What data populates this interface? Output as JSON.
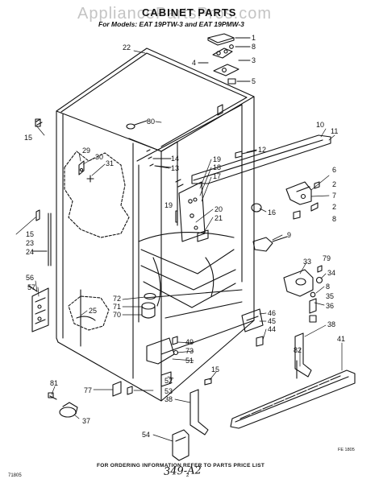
{
  "watermark": "AppliancePartsPros.com",
  "title": "CABINET PARTS",
  "subtitle": "For Models: EAT 19PTW-3 and EAT 19PMW-3",
  "footer": "FOR ORDERING INFORMATION REFER TO PARTS PRICE LIST",
  "doc_id": "71805",
  "page_number": "2",
  "handwritten_note": "349-A2",
  "ref_code": "FE 1805",
  "callouts": [
    {
      "id": "c1",
      "label": "1"
    },
    {
      "id": "c2",
      "label": "8"
    },
    {
      "id": "c3",
      "label": "3"
    },
    {
      "id": "c4",
      "label": "4"
    },
    {
      "id": "c5",
      "label": "5"
    },
    {
      "id": "c6",
      "label": "22"
    },
    {
      "id": "c7",
      "label": "80"
    },
    {
      "id": "c8",
      "label": "15"
    },
    {
      "id": "c9",
      "label": "10"
    },
    {
      "id": "c10",
      "label": "11"
    },
    {
      "id": "c11",
      "label": "12"
    },
    {
      "id": "c12",
      "label": "14"
    },
    {
      "id": "c13",
      "label": "13"
    },
    {
      "id": "c14",
      "label": "29"
    },
    {
      "id": "c15",
      "label": "30"
    },
    {
      "id": "c16",
      "label": "31"
    },
    {
      "id": "c17",
      "label": "19"
    },
    {
      "id": "c18",
      "label": "18"
    },
    {
      "id": "c19",
      "label": "17"
    },
    {
      "id": "c20",
      "label": "6"
    },
    {
      "id": "c21",
      "label": "2"
    },
    {
      "id": "c22",
      "label": "7"
    },
    {
      "id": "c23",
      "label": "2"
    },
    {
      "id": "c24",
      "label": "8"
    },
    {
      "id": "c25",
      "label": "16"
    },
    {
      "id": "c26",
      "label": "19"
    },
    {
      "id": "c27",
      "label": "20"
    },
    {
      "id": "c28",
      "label": "21"
    },
    {
      "id": "c29",
      "label": "15"
    },
    {
      "id": "c30",
      "label": "23"
    },
    {
      "id": "c31",
      "label": "24"
    },
    {
      "id": "c32",
      "label": "9"
    },
    {
      "id": "c33",
      "label": "33"
    },
    {
      "id": "c34",
      "label": "79"
    },
    {
      "id": "c35",
      "label": "34"
    },
    {
      "id": "c36",
      "label": "56"
    },
    {
      "id": "c37",
      "label": "57"
    },
    {
      "id": "c38",
      "label": "8"
    },
    {
      "id": "c39",
      "label": "35"
    },
    {
      "id": "c40",
      "label": "36"
    },
    {
      "id": "c41",
      "label": "72"
    },
    {
      "id": "c42",
      "label": "71"
    },
    {
      "id": "c43",
      "label": "70"
    },
    {
      "id": "c44",
      "label": "25"
    },
    {
      "id": "c45",
      "label": "46"
    },
    {
      "id": "c46",
      "label": "45"
    },
    {
      "id": "c47",
      "label": "44"
    },
    {
      "id": "c48",
      "label": "38"
    },
    {
      "id": "c49",
      "label": "41"
    },
    {
      "id": "c50",
      "label": "49"
    },
    {
      "id": "c51",
      "label": "73"
    },
    {
      "id": "c52",
      "label": "51"
    },
    {
      "id": "c53",
      "label": "15"
    },
    {
      "id": "c54",
      "label": "82"
    },
    {
      "id": "c55",
      "label": "52"
    },
    {
      "id": "c56",
      "label": "53"
    },
    {
      "id": "c57",
      "label": "77"
    },
    {
      "id": "c58",
      "label": "81"
    },
    {
      "id": "c59",
      "label": "38"
    },
    {
      "id": "c60",
      "label": "37"
    },
    {
      "id": "c61",
      "label": "54"
    }
  ]
}
